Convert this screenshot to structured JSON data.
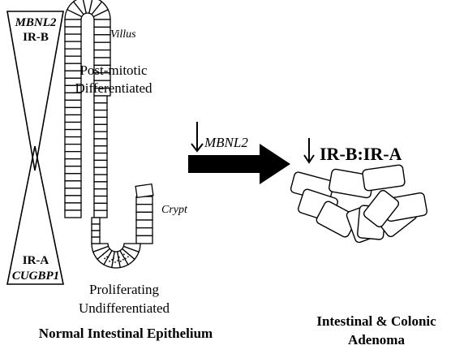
{
  "figure": {
    "gradient_top": {
      "gene": "MBNL2",
      "isoform": "IR-B"
    },
    "gradient_bottom": {
      "isoform": "IR-A",
      "gene": "CUGBP1"
    },
    "villus_label": "Villus",
    "crypt_label": "Crypt",
    "upper_state": [
      "Post-mitotic",
      "Differentiated"
    ],
    "lower_state": [
      "Proliferating",
      "Undifferentiated"
    ],
    "left_caption": "Normal Intestinal Epithelium",
    "arrow_label": "MBNL2",
    "ratio_label": "IR-B:IR-A",
    "right_caption": [
      "Intestinal & Colonic",
      "Adenoma"
    ]
  },
  "colors": {
    "ink": "#000000",
    "paper": "#ffffff"
  }
}
